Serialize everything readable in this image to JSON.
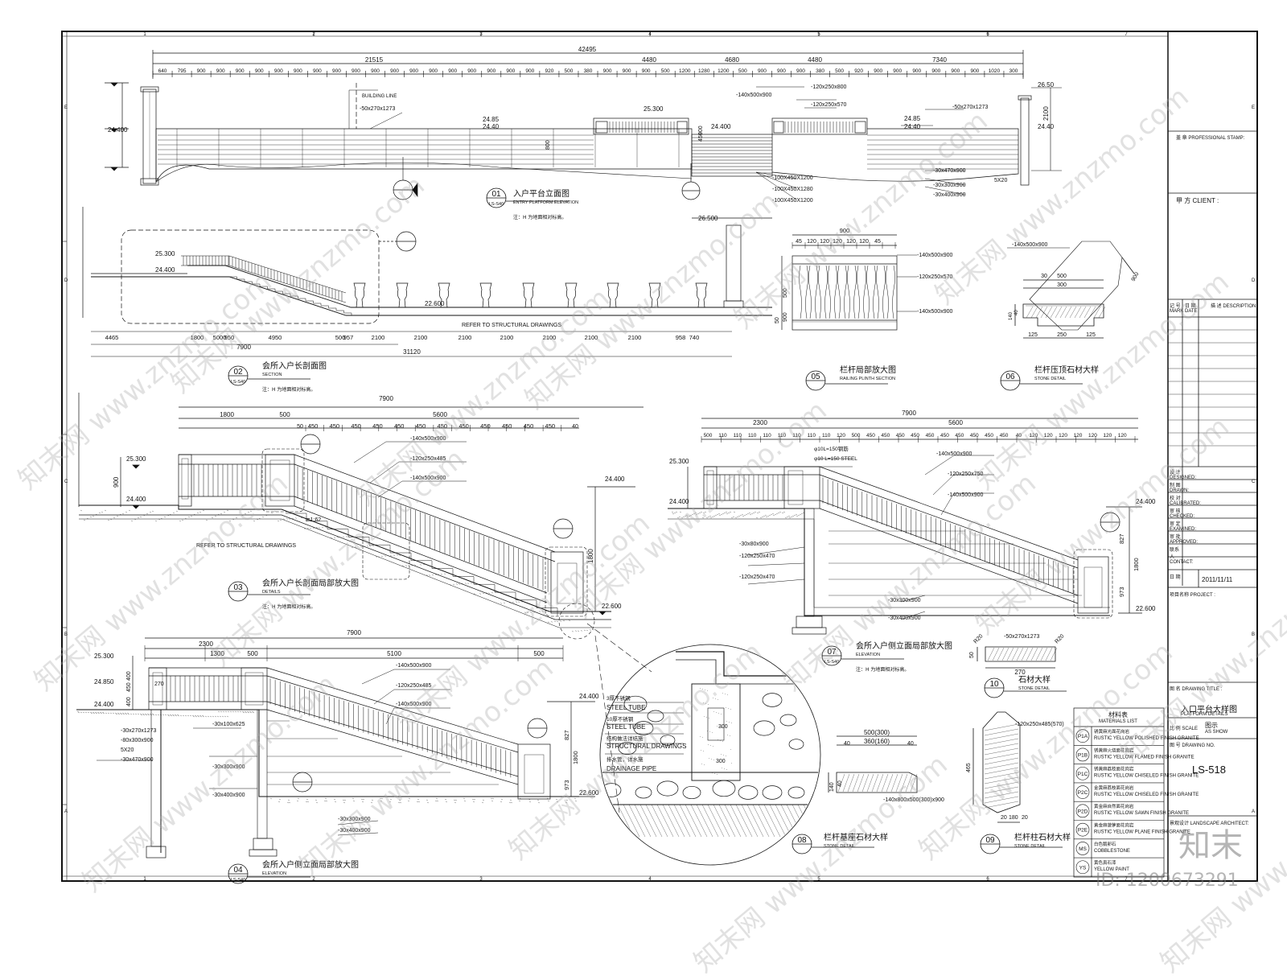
{
  "sheet": {
    "grid_cols": [
      "1",
      "2",
      "3",
      "4",
      "5",
      "6",
      "7"
    ],
    "grid_rows": [
      "E",
      "D",
      "C",
      "B",
      "A"
    ]
  },
  "title_block": {
    "stamp": "盖 章 PROFESSIONAL STAMP:",
    "client": "甲 方 CLIENT :",
    "rev_mark": "记 号 MARK",
    "rev_date": "日 期 DATE",
    "rev_desc": "描 述 DESCRIPTION",
    "designed": "设 计 DESIGNED:",
    "drawn": "制 图 DRAWN:",
    "calibrated": "校 对 CALIBRATED:",
    "checked": "审 核 CHECKED:",
    "examined": "审 定 EXAMINED:",
    "approved": "审 批 APPROVED:",
    "contact": "联系人 CONTACT:",
    "date_label": "日 期",
    "date_value": "2011/11/11",
    "project": "项目名称 PROJECT :",
    "drawing_title_label": "图 名 DRAWING TITLE :",
    "drawing_title_cn": "入口平台大样图",
    "drawing_title_en": "PLATFORM DETAILS",
    "scale_label": "比 例 SCALE",
    "scale_value_cn": "图示",
    "scale_value_en": "AS SHOW",
    "drawing_no_label": "图 号 DRAWING NO.",
    "drawing_no": "LS-518",
    "architect_label": "景观设计 LANDSCAPE ARCHITECT:"
  },
  "materials": {
    "title_cn": "材料表",
    "title_en": "MATERIALS LIST",
    "items": [
      {
        "code": "P1A",
        "cn": "锈黄麻光面花岗岩",
        "en": "RUSTIC YELLOW POLISHED FINISH GRANITE"
      },
      {
        "code": "P1B",
        "cn": "锈黄麻火烧面花岗岩",
        "en": "RUSTIC YELLOW FLAMED FINISH GRANITE"
      },
      {
        "code": "P1C",
        "cn": "锈黄麻荔枝面花岗岩",
        "en": "RUSTIC YELLOW CHISELED FINISH GRANITE"
      },
      {
        "code": "P2C",
        "cn": "金黄麻荔枝面花岗岩",
        "en": "RUSTIC YELLOW CHISELED FINISH GRANITE"
      },
      {
        "code": "P2D",
        "cn": "黄金麻自然面花岗岩",
        "en": "RUSTIC YELLOW SAWN FINISH GRANITE"
      },
      {
        "code": "P2E",
        "cn": "黄金麻菠萝面花岗岩",
        "en": "RUSTIC YELLOW PLANE FINISH GRANITE"
      },
      {
        "code": "MS",
        "cn": "白色鹅卵石",
        "en": "COBBLESTONE"
      },
      {
        "code": "YS",
        "cn": "黄色真石漆",
        "en": "YELLOW PAINT"
      }
    ]
  },
  "details": [
    {
      "no": "01",
      "ref": "LS-S40",
      "cn": "入户平台立面图",
      "en": "ENTRY PLATFORM ELEVATION",
      "note": "注：H 为地面相对标高。"
    },
    {
      "no": "02",
      "ref": "LS-S40",
      "cn": "会所入户长剖面图",
      "en": "SECTION",
      "note": "注：H 为地面相对标高。"
    },
    {
      "no": "03",
      "ref": "",
      "cn": "会所入户长剖面局部放大图",
      "en": "DETAILS",
      "note": "注：H 为地面相对标高。"
    },
    {
      "no": "04",
      "ref": "LS-S40",
      "cn": "会所入户侧立面局部放大图",
      "en": "ELEVATION",
      "note": ""
    },
    {
      "no": "05",
      "ref": "",
      "cn": "栏杆局部放大图",
      "en": "RAILING PLINTH SECTION",
      "note": ""
    },
    {
      "no": "06",
      "ref": "",
      "cn": "栏杆压顶石材大样",
      "en": "STONE DETAIL",
      "note": ""
    },
    {
      "no": "07",
      "ref": "LS-S40",
      "cn": "会所入户侧立面局部放大图",
      "en": "ELEVATION",
      "note": "注：H 为地面相对标高。"
    },
    {
      "no": "08",
      "ref": "",
      "cn": "栏杆基座石材大样",
      "en": "STONE DETAIL",
      "note": ""
    },
    {
      "no": "09",
      "ref": "",
      "cn": "栏杆柱石材大样",
      "en": "STONE DETAIL",
      "note": ""
    },
    {
      "no": "10",
      "ref": "",
      "cn": "石材大样",
      "en": "STONE DETAIL",
      "note": ""
    }
  ],
  "elev01": {
    "total": "42495",
    "segments": [
      "21515",
      "4480",
      "4680",
      "4480",
      "7340"
    ],
    "small_dims": [
      "640",
      "795",
      "900",
      "900",
      "900",
      "900",
      "900",
      "900",
      "900",
      "900",
      "900",
      "900",
      "900",
      "900",
      "900",
      "900",
      "900",
      "900",
      "900",
      "900",
      "920",
      "500",
      "380",
      "900",
      "900",
      "900",
      "500",
      "1200",
      "1280",
      "1200",
      "500",
      "900",
      "900",
      "900",
      "380",
      "500",
      "920",
      "900",
      "900",
      "900",
      "900",
      "900",
      "900",
      "1020",
      "300"
    ],
    "levels": [
      "24.400",
      "24.85",
      "24.40",
      "25.300",
      "24.400",
      "24.85",
      "24.40",
      "26.50",
      "24.40",
      "25.300"
    ],
    "building_line": "BUILDING LINE",
    "labels": [
      "-50x270x1273",
      "-140x500x900",
      "-120x250x800",
      "-120x250x570",
      "-50x270x1273",
      "-100X450X1200",
      "-100X450X1280",
      "-100X450X1200",
      "-30x470x900",
      "-30x300x900",
      "-30x400x900",
      "5X20",
      "2100",
      "900",
      "450",
      "800"
    ]
  },
  "sec02": {
    "levels": [
      "25.300",
      "24.400",
      "22.600",
      "26.500"
    ],
    "dims": [
      "4465",
      "1800",
      "5000",
      "950",
      "4950",
      "500",
      "957",
      "2100",
      "2100",
      "2100",
      "2100",
      "2100",
      "2100",
      "2100",
      "958",
      "740"
    ],
    "sub_total": "7900",
    "total": "31120",
    "refer": "REFER TO STRUCTURAL DRAWINGS"
  },
  "det03": {
    "dims": [
      "7900",
      "1800",
      "500",
      "5600",
      "50",
      "450",
      "450",
      "450",
      "450",
      "450",
      "450",
      "450",
      "450",
      "450",
      "450",
      "450",
      "450",
      "40"
    ],
    "levels": [
      "25.300",
      "24.400",
      "24.400",
      "22.600"
    ],
    "labels": [
      "-140x500x900",
      "-120x250x485",
      "-140x500x900",
      "900",
      "1800",
      "i=1:62"
    ],
    "refer": "REFER TO STRUCTURAL DRAWINGS"
  },
  "det07": {
    "dims": [
      "7900",
      "2300",
      "5600",
      "500",
      "110",
      "110",
      "110",
      "110",
      "110",
      "110",
      "110",
      "110",
      "120",
      "500",
      "450",
      "450",
      "450",
      "450",
      "450",
      "450",
      "450",
      "450",
      "450",
      "450",
      "40",
      "120",
      "120",
      "120",
      "120",
      "120",
      "120",
      "120"
    ],
    "levels": [
      "25.300",
      "24.400",
      "24.400",
      "22.600"
    ],
    "labels": [
      "φ10L=150钢筋",
      "φ10 L=150 STEEL",
      "-140x500x900",
      "-120x250x750",
      "-140x500x900",
      "-30x80x900",
      "-120x250x470",
      "-120x250x470",
      "-30x300x900",
      "-30x400x900",
      "827",
      "973",
      "1800"
    ]
  },
  "det04": {
    "dims": [
      "7900",
      "2300",
      "1300",
      "500",
      "5100",
      "500",
      "270"
    ],
    "levels": [
      "25.300",
      "24.850",
      "24.400",
      "24.400",
      "22.600"
    ],
    "labels": [
      "-140x500x900",
      "-120x250x485",
      "-140x500x900",
      "-30x100x625",
      "-30x270x1273",
      "-80x300x900",
      "-30x470x900",
      "-30x300x900",
      "-30x400x900",
      "-30x300x900",
      "-30x400x900",
      "827",
      "973",
      "1800",
      "450",
      "400",
      "5X20",
      "400"
    ]
  },
  "det05": {
    "dims": [
      "900",
      "45",
      "120",
      "120",
      "120",
      "120",
      "120",
      "45",
      "50",
      "500",
      "900"
    ],
    "labels": [
      "-140x500x900",
      "-120x250x570",
      "-140x500x900"
    ]
  },
  "det06": {
    "dims": [
      "30",
      "300",
      "500",
      "40",
      "140",
      "125",
      "250",
      "125",
      "900"
    ],
    "labels": [
      "-140x500x900"
    ]
  },
  "det08": {
    "dims": [
      "500(300)",
      "360(160)",
      "40",
      "40",
      "140",
      "40"
    ],
    "labels": [
      "-140x800x500(300)x900"
    ]
  },
  "det09": {
    "dims": [
      "20",
      "180",
      "20",
      "465"
    ],
    "labels": [
      "-120x250x485(570)"
    ]
  },
  "det10": {
    "dims": [
      "270",
      "50",
      "R20",
      "R20"
    ],
    "labels": [
      "-50x270x1273"
    ]
  },
  "zoom": {
    "labels": [
      "3厚不锈钢",
      "STEEL TUBE",
      "10厚不锈钢",
      "STEEL TUBE",
      "结构做法详结施",
      "STRUCTURAL DRAWINGS",
      "排水管，详水施",
      "DRAINAGE PIPE",
      "300",
      "300"
    ]
  },
  "watermark": {
    "text": "知末网 www.znzmo.com",
    "logo": "知末",
    "id": "ID: 1200673291"
  }
}
